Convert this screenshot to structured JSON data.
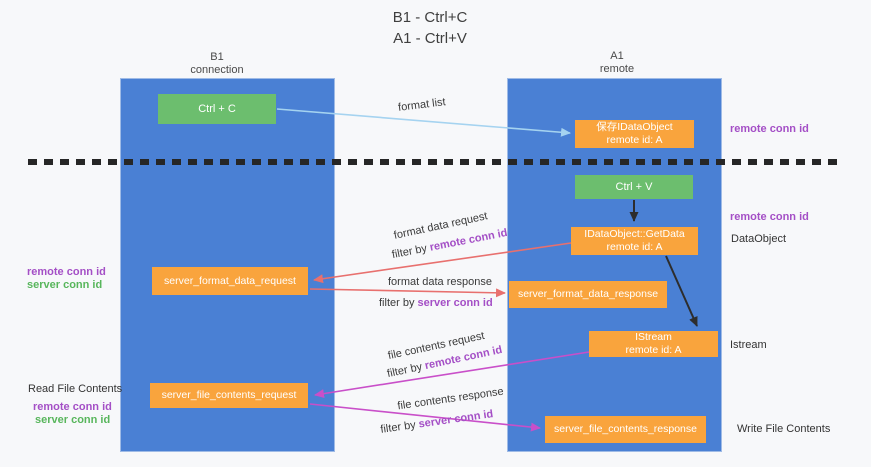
{
  "title": {
    "line1": "B1 - Ctrl+C",
    "line2": "A1 - Ctrl+V"
  },
  "columns": {
    "left": {
      "name": "B1",
      "subtitle": "connection"
    },
    "right": {
      "name": "A1",
      "subtitle": "remote"
    }
  },
  "boxes": {
    "ctrl_c": "Ctrl + C",
    "ctrl_v": "Ctrl + V",
    "save_dataobject": {
      "line1": "保存IDataObject",
      "line2": "remote id: A"
    },
    "getdata": {
      "line1": "IDataObject::GetData",
      "line2": "remote id: A"
    },
    "istream": {
      "line1": "IStream",
      "line2": "remote id: A"
    },
    "format_request": "server_format_data_request",
    "format_response": "server_format_data_response",
    "file_request": "server_file_contents_request",
    "file_response": "server_file_contents_response"
  },
  "flow_labels": {
    "format_list": "format list",
    "format_data_request": "format data request",
    "format_data_response": "format data response",
    "file_contents_request": "file contents request",
    "file_contents_response": "file contents response",
    "filter_by": "filter by ",
    "remote_conn_id": "remote conn id",
    "server_conn_id": "server conn id"
  },
  "side_labels": {
    "remote_conn_id": "remote conn id",
    "server_conn_id": "server conn id",
    "dataobject": "DataObject",
    "istream": "Istream",
    "read_file_contents": "Read File Contents",
    "write_file_contents": "Write File Contents"
  },
  "colors": {
    "column_blue": "#4a80d4",
    "box_green": "#6cbe6e",
    "box_orange": "#f9a43d",
    "purple_text": "#a44fc6",
    "green_text": "#58b65c",
    "arrow_blue": "#a5d3f0",
    "arrow_salmon": "#e8706e",
    "arrow_magenta": "#c94fc9",
    "arrow_black": "#2d2d2d"
  }
}
